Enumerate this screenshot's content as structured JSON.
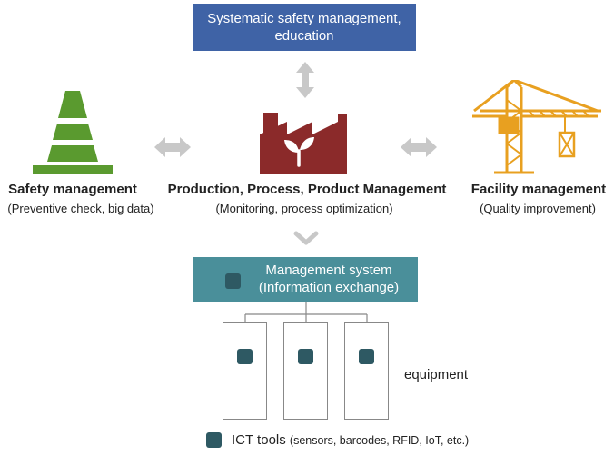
{
  "top_box": {
    "line1": "Systematic safety management,",
    "line2": "education"
  },
  "center": {
    "title": "Production, Process, Product Management",
    "subtitle": "(Monitoring, process optimization)"
  },
  "left": {
    "title": "Safety management",
    "subtitle": "(Preventive check, big data)"
  },
  "right": {
    "title": "Facility management",
    "subtitle": "(Quality improvement)"
  },
  "management_box": {
    "line1": "Management system",
    "line2": "(Information exchange)"
  },
  "equipment_label": "equipment",
  "legend": {
    "main": "ICT tools",
    "detail": "(sensors, barcodes, RFID, IoT, etc.)"
  },
  "icons": [
    "traffic-cone-icon",
    "factory-plant-icon",
    "crane-icon",
    "ict-tool-icon"
  ],
  "colors": {
    "top_box": "#3f63a6",
    "management_box": "#4a8f9a",
    "ict_square": "#2e5963",
    "factory": "#8b2a2a",
    "cone": "#5a9a2f",
    "crane": "#e8a020",
    "arrows": "#c8c8c8"
  }
}
